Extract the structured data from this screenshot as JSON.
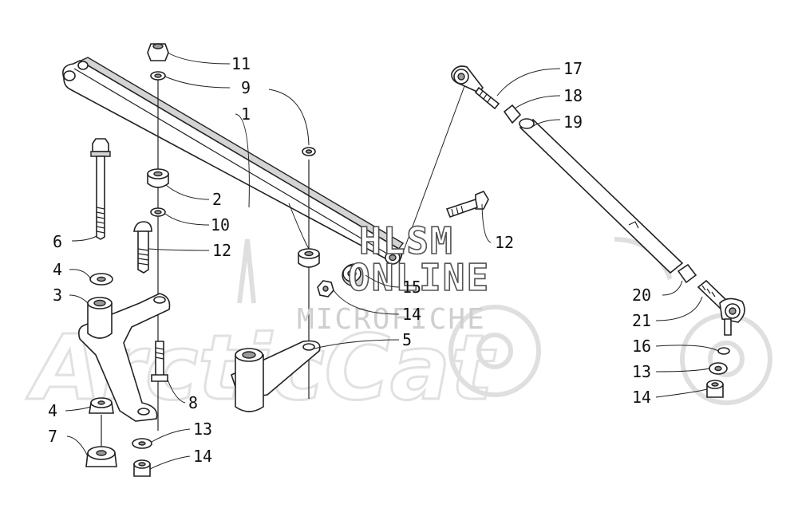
{
  "watermark": {
    "line1": "HLSM",
    "line2": "ONLINE",
    "line3": "MICROFICHE",
    "brand": "ArcticCat"
  },
  "callouts": {
    "c11": "11",
    "c9": "9",
    "c1": "1",
    "c2": "2",
    "c10": "10",
    "c12a": "12",
    "c6": "6",
    "c4a": "4",
    "c3": "3",
    "c8": "8",
    "c4b": "4",
    "c7": "7",
    "c13a": "13",
    "c14a": "14",
    "c15": "15",
    "c14b": "14",
    "c5": "5",
    "c12b": "12",
    "c17": "17",
    "c18": "18",
    "c19": "19",
    "c20": "20",
    "c21": "21",
    "c16": "16",
    "c13b": "13",
    "c14c": "14"
  }
}
